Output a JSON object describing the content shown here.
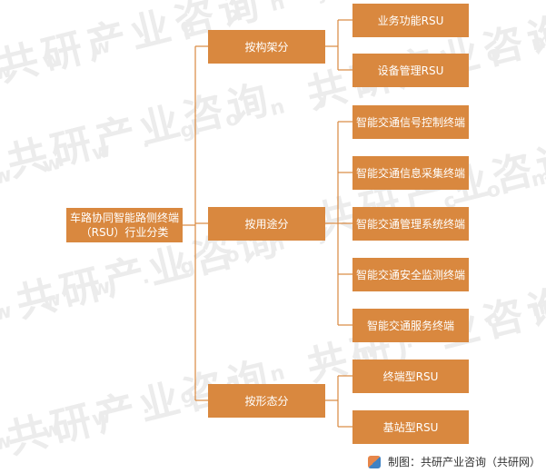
{
  "root_label": "车路协同智能路侧终端（RSU）行业分类",
  "branches": [
    {
      "label": "按构架分",
      "children": [
        "业务功能RSU",
        "设备管理RSU"
      ]
    },
    {
      "label": "按用途分",
      "children": [
        "智能交通信号控制终端",
        "智能交通信息采集终端",
        "智能交通管理系统终端",
        "智能交通安全监测终端",
        "智能交通服务终端"
      ]
    },
    {
      "label": "按形态分",
      "children": [
        "终端型RSU",
        "基站型RSU"
      ]
    }
  ],
  "footer": {
    "text": "制图：共研产业咨询（共研网）",
    "logo_icon": "gonyn-logo-icon"
  },
  "watermark": {
    "brand": "共研产业咨询",
    "url": "w w w . g o n y n . c o m"
  },
  "colors": {
    "box": "#d9883f",
    "line": "#d9883f"
  }
}
